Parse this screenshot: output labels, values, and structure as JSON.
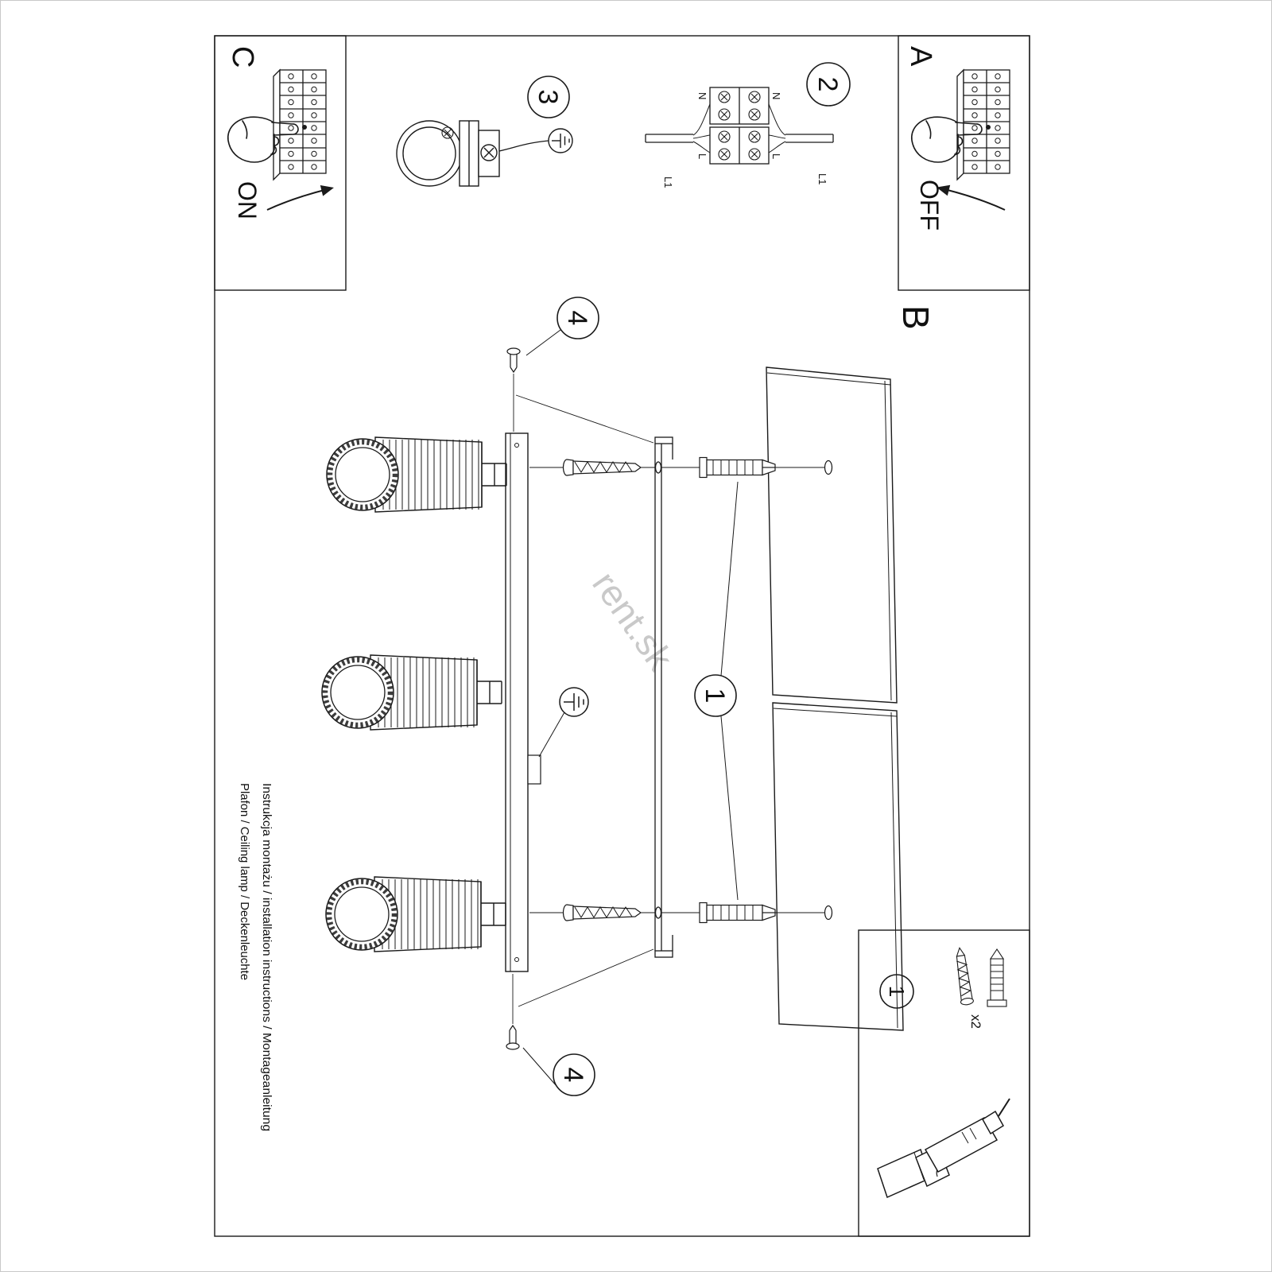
{
  "document": {
    "watermark": "rent.sk",
    "footer": {
      "line1": "Instrukcja montażu / installation instructions / Montageanleitung",
      "line2": "Plafon / Ceiling lamp / Deckenleuchte"
    }
  },
  "panels": {
    "c": {
      "label": "C",
      "action": "ON"
    },
    "a": {
      "label": "A",
      "action": "OFF"
    },
    "b": {
      "label": "B"
    }
  },
  "steps": {
    "one": "1",
    "two": "2",
    "three": "3",
    "four": "4"
  },
  "kit": {
    "badge": "1",
    "quantity": "x2"
  },
  "wiring": {
    "neutral": "N",
    "live": "L",
    "line1": "L1"
  },
  "colors": {
    "line": "#1a1a1a",
    "watermark": "#c4c4c4",
    "page_edge": "#c9c9c9"
  }
}
